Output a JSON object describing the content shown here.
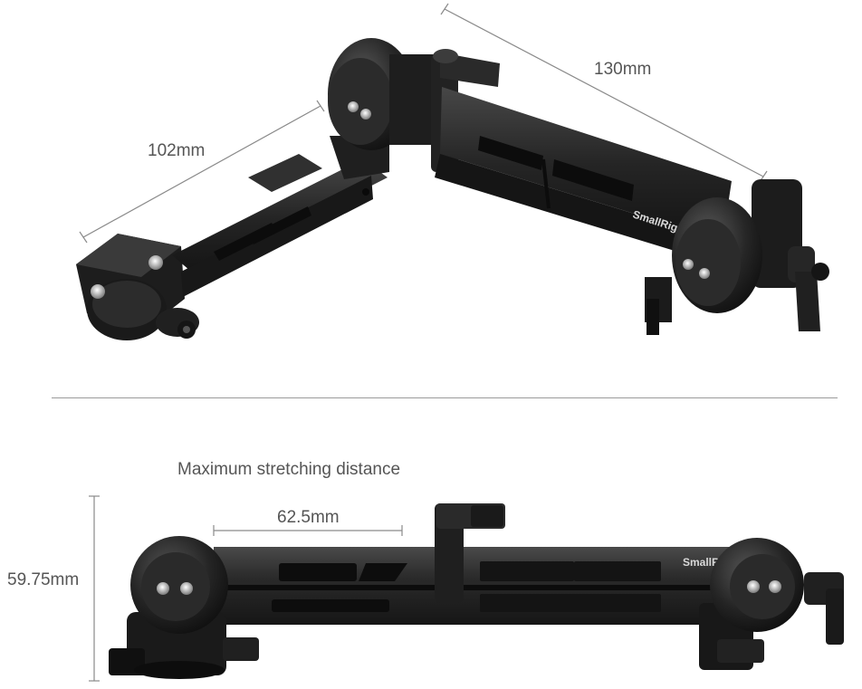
{
  "top_view": {
    "dimension_left": "102mm",
    "dimension_right": "130mm",
    "brand_logo": "SmallRig"
  },
  "bottom_view": {
    "caption": "Maximum stretching distance",
    "dimension_width": "62.5mm",
    "dimension_height": "59.75mm",
    "brand_logo": "SmallRig"
  },
  "colors": {
    "metal_dark": "#1b1b1b",
    "metal_mid": "#2e2e2e",
    "metal_highlight": "#4a4a4a",
    "dimension_line": "#8a8a8a",
    "label_text": "#555555"
  }
}
